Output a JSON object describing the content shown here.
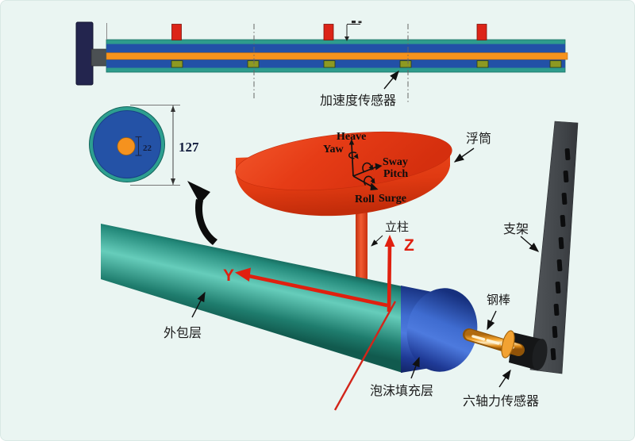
{
  "labels": {
    "accel_sensor": "加速度传感器",
    "buoy": "浮筒",
    "column": "立柱",
    "bracket": "支架",
    "steel_rod": "钢棒",
    "outer_layer": "外包层",
    "foam_layer": "泡沫填充层",
    "six_axis_sensor": "六轴力传感器"
  },
  "motion_axes": {
    "heave": "Heave",
    "yaw": "Yaw",
    "sway": "Sway",
    "pitch": "Pitch",
    "roll": "Roll",
    "surge": "Surge"
  },
  "coord_axes": {
    "y": "Y",
    "z": "Z"
  },
  "dimensions": {
    "outer_diameter": "127",
    "core_diameter": "22"
  },
  "colors": {
    "background": "#eaf5f2",
    "beam_blue": "#2251a7",
    "core_orange": "#f6931d",
    "shell_teal": "#2e9c8d",
    "sensor_red": "#dc2418",
    "accel_green": "#8d9922",
    "buoy_red": "#e23a16",
    "foam_blue": "#2c4fb4",
    "bracket_gray": "#44484c",
    "axis_red": "#df1f0f"
  }
}
